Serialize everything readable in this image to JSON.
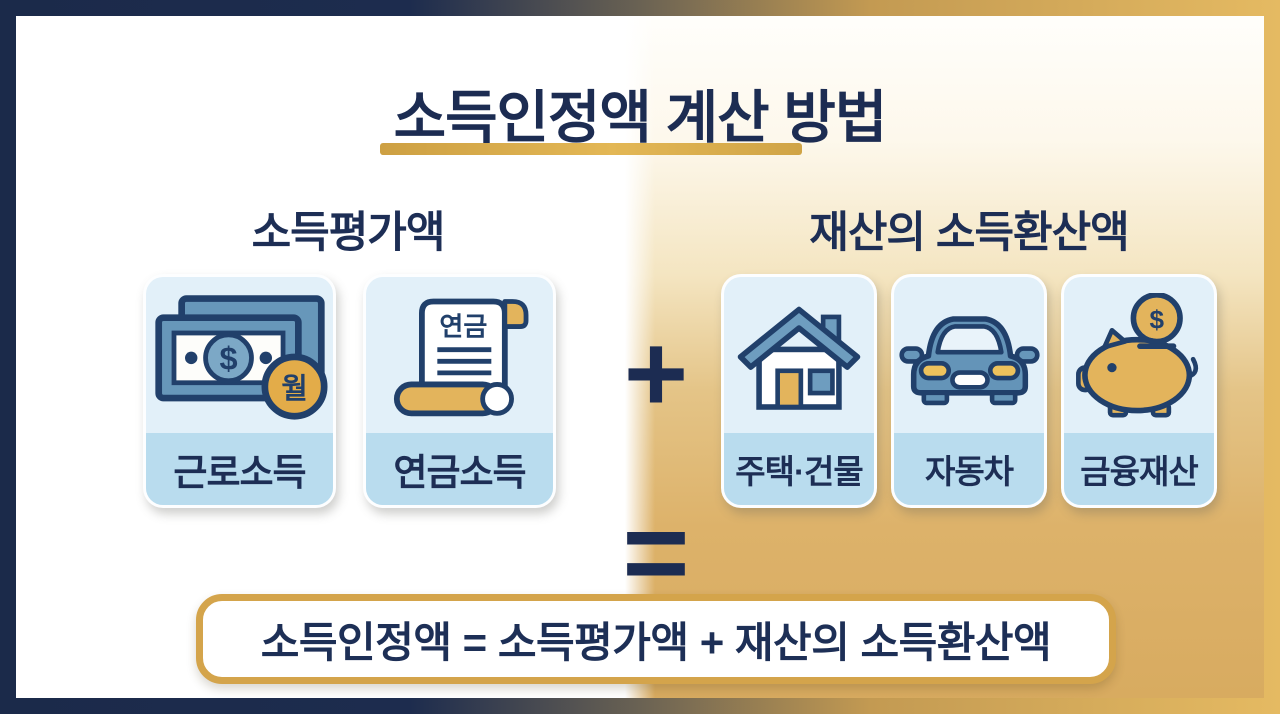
{
  "title": {
    "text": "소득인정액 계산 방법"
  },
  "left_section": {
    "heading": "소득평가액",
    "cards": [
      {
        "label": "근로소득",
        "icon": "money-bills-icon"
      },
      {
        "label": "연금소득",
        "icon": "pension-scroll-icon"
      }
    ]
  },
  "right_section": {
    "heading": "재산의 소득환산액",
    "cards": [
      {
        "label": "주택·건물",
        "icon": "house-icon"
      },
      {
        "label": "자동차",
        "icon": "car-icon"
      },
      {
        "label": "금융재산",
        "icon": "piggy-bank-icon"
      }
    ]
  },
  "operators": {
    "plus": "+",
    "equals": "="
  },
  "formula": {
    "text": "소득인정액 = 소득평가액 + 재산의 소득환산액"
  },
  "icon_texts": {
    "dollar": "$",
    "month_coin": "월",
    "pension": "연금"
  },
  "colors": {
    "navy_text": "#1c2c52",
    "gold_accent": "#d4a44b",
    "frame_left_navy": "#1b2a4a",
    "frame_right_gold": "#e5ba62",
    "right_background_gold": "#d8ab60",
    "card_icon_background": "#e2f0f9",
    "card_label_background": "#b9dcee",
    "icon_steel_blue": "#6797ba",
    "icon_gold": "#e3b45c",
    "icon_outline_navy": "#21406b"
  }
}
